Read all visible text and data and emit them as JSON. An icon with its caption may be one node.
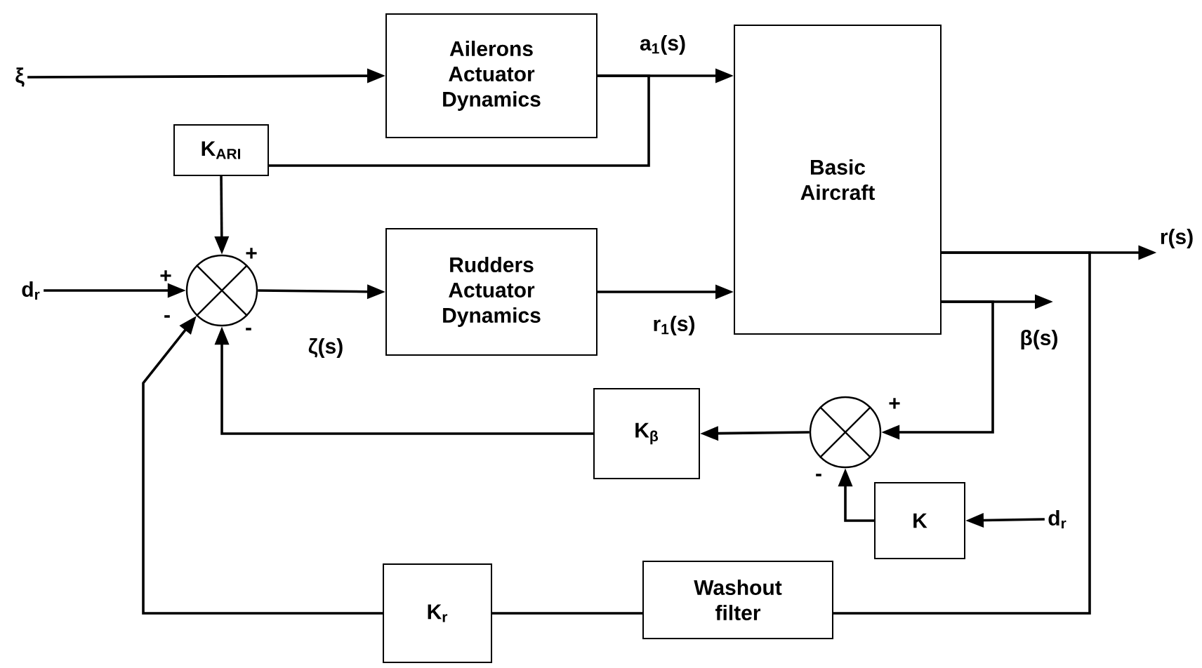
{
  "diagram": {
    "nodes": [
      {
        "text": [
          "ξ"
        ]
      },
      {
        "text": [
          "Ailerons Actuator Dynamics"
        ]
      },
      {
        "text": [
          "K$_{ARI}$"
        ]
      },
      {
        "text": [
          "Basic Aircraft"
        ]
      },
      {
        "text": [
          "d$_{r}$"
        ]
      },
      {
        "text": [],
        "shape": "circle"
      },
      {
        "text": [
          "Rudders Actuator Dynamics"
        ]
      },
      {
        "text": [
          "K$_{β}$"
        ]
      },
      {
        "text": [],
        "shape": "circle"
      },
      {
        "text": [
          "K"
        ]
      },
      {
        "text": [
          "d$_{r}$"
        ]
      },
      {
        "text": [
          "Washout filter"
        ]
      },
      {
        "text": [
          "K$_{r}$"
        ]
      },
      {
        "text": [
          "r(s)"
        ]
      }
    ],
    "edges": [
      {
        "from": 0,
        "to": 1,
        "arrow": "to"
      },
      {
        "from": 1,
        "to": 3,
        "arrow": "to",
        "label": "a$_{1}$(s)"
      },
      {
        "from": 1,
        "to": 2,
        "arrow": "none"
      },
      {
        "from": 2,
        "to": 5,
        "arrow": "to"
      },
      {
        "from": 4,
        "to": 5,
        "arrow": "to"
      },
      {
        "from": 5,
        "to": 6,
        "arrow": "to",
        "label": "ζ(s)"
      },
      {
        "from": 6,
        "to": 3,
        "arrow": "to",
        "label": "r$_{1}$(s)"
      },
      {
        "from": 3,
        "to": 13,
        "arrow": "to"
      },
      {
        "from": 3,
        "to": null,
        "arrow": "to",
        "label": "β(s)"
      },
      {
        "from": 3,
        "to": 8,
        "arrow": "to"
      },
      {
        "from": 10,
        "to": 9,
        "arrow": "to"
      },
      {
        "from": 9,
        "to": 8,
        "arrow": "to"
      },
      {
        "from": 8,
        "to": 7,
        "arrow": "to"
      },
      {
        "from": 7,
        "to": 5,
        "arrow": "to"
      },
      {
        "from": 3,
        "to": 11,
        "arrow": "none"
      },
      {
        "from": 11,
        "to": 12,
        "arrow": "none"
      },
      {
        "from": 12,
        "to": 5,
        "arrow": "to"
      }
    ],
    "labels": [
      "+",
      "+",
      "-",
      "-",
      "+",
      "-"
    ]
  }
}
